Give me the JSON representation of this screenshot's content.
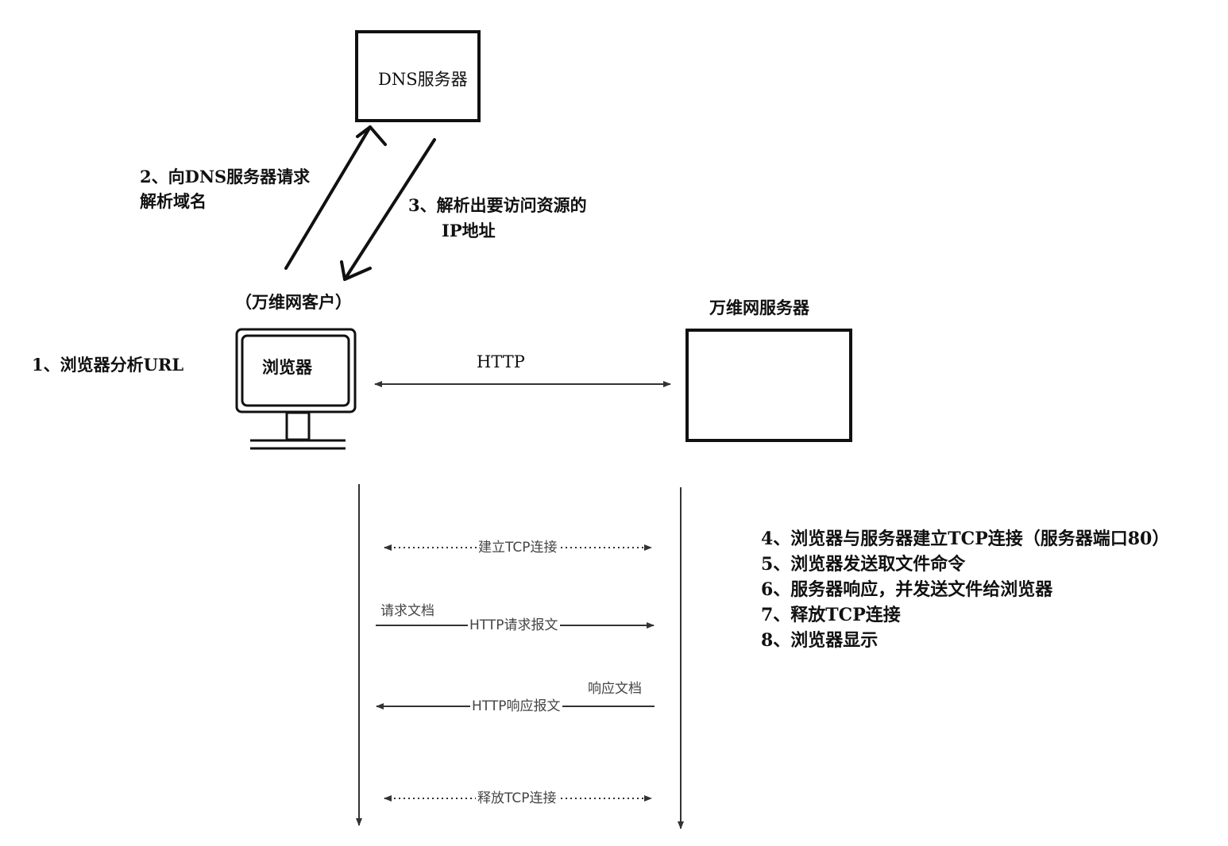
{
  "dns_server": {
    "label": "DNS服务器"
  },
  "arrows": {
    "request_dns": {
      "line1": "2、向DNS服务器请求",
      "line2": "解析域名"
    },
    "dns_reply": {
      "line1": "3、解析出要访问资源的",
      "line2": "IP地址"
    },
    "http": "HTTP"
  },
  "client": {
    "caption": "（万维网客户）",
    "browser_label": "浏览器",
    "step1": "1、浏览器分析URL"
  },
  "web_server": {
    "caption": "万维网服务器"
  },
  "sequence": {
    "tcp_open": "建立TCP连接",
    "request_doc": "请求文档",
    "http_request": "HTTP请求报文",
    "response_doc": "响应文档",
    "http_response": "HTTP响应报文",
    "tcp_close": "释放TCP连接"
  },
  "steps": [
    "4、浏览器与服务器建立TCP连接（服务器端口80）",
    "5、浏览器发送取文件命令",
    "6、服务器响应，并发送文件给浏览器",
    "7、释放TCP连接",
    "8、浏览器显示"
  ],
  "colors": {
    "stroke": "#111111",
    "sequence_line": "#333333",
    "sequence_text": "#444444"
  }
}
